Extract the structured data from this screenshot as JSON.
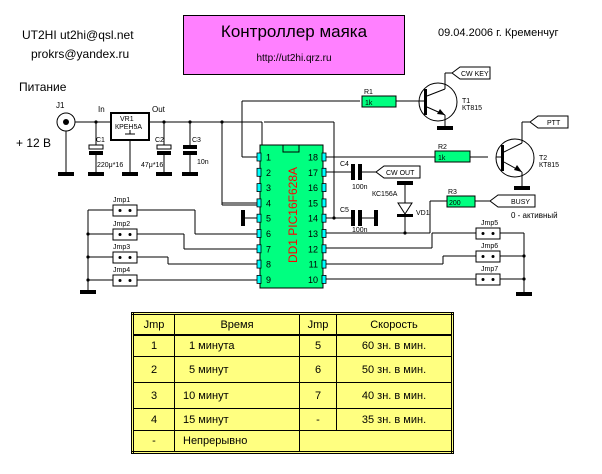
{
  "header": {
    "author_line": "UT2HI  ut2hi@qsl.net",
    "email2": "prokrs@yandex.ru",
    "title": "Контроллер маяка",
    "url": "http://ut2hi.qrz.ru",
    "date_place": "09.04.2006 г. Кременчуг"
  },
  "colors": {
    "title_bg": "#ff80ff",
    "chip_body": "#00ff80",
    "chip_pins": "#00ffff",
    "chip_label": "#ff0000",
    "resistor": "#00ff80",
    "table_bg": "#ffff80"
  },
  "power": {
    "label": "Питание",
    "voltage": "+ 12 В",
    "connector": "J1",
    "reg_in": "In",
    "reg_out": "Out",
    "reg_name": "VR1",
    "reg_type": "КРЕН5А"
  },
  "capacitors": [
    {
      "ref": "C1",
      "value": "220μ*16"
    },
    {
      "ref": "C2",
      "value": "47μ*16"
    },
    {
      "ref": "C3",
      "value": "10n"
    },
    {
      "ref": "C4",
      "value": "100n"
    },
    {
      "ref": "C5",
      "value": "100n"
    }
  ],
  "resistors": [
    {
      "ref": "R1",
      "value": "1k"
    },
    {
      "ref": "R2",
      "value": "1k"
    },
    {
      "ref": "R3",
      "value": "200"
    }
  ],
  "transistors": [
    {
      "ref": "T1",
      "type": "КТ815"
    },
    {
      "ref": "T2",
      "type": "КТ815"
    }
  ],
  "diode": {
    "ref": "VD1",
    "type": "КС156А"
  },
  "chip": {
    "label": "DD1  PIC16F628A",
    "left_pins": [
      "1",
      "2",
      "3",
      "4",
      "5",
      "6",
      "7",
      "8",
      "9"
    ],
    "right_pins": [
      "18",
      "17",
      "16",
      "15",
      "14",
      "13",
      "12",
      "11",
      "10"
    ]
  },
  "ports": {
    "cw_key": "CW KEY",
    "ptt": "PTT",
    "cw_out": "CW OUT",
    "busy": "BUSY",
    "busy_note": "0 - активный"
  },
  "jumpers": [
    "Jmp1",
    "Jmp2",
    "Jmp3",
    "Jmp4",
    "Jmp5",
    "Jmp6",
    "Jmp7"
  ],
  "table": {
    "headers": [
      "Jmp",
      "Время",
      "Jmp",
      "Скорость"
    ],
    "rows": [
      [
        "1",
        "1 минута",
        "5",
        "60 зн. в мин."
      ],
      [
        "2",
        "5 минут",
        "6",
        "50 зн. в мин."
      ],
      [
        "3",
        "10 минут",
        "7",
        "40 зн. в мин."
      ],
      [
        "4",
        "15 минут",
        "-",
        "35 зн. в мин."
      ],
      [
        "-",
        "Непрерывно"
      ]
    ]
  }
}
